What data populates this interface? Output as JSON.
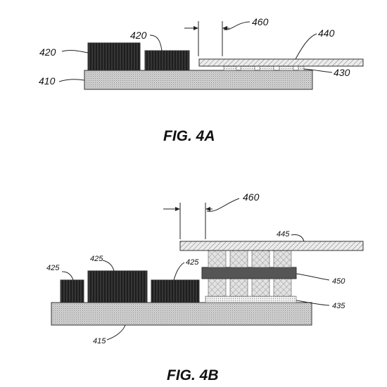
{
  "figures": [
    {
      "caption": "FIG. 4A",
      "labels": {
        "chip_left": "420",
        "chip_right": "420",
        "dimension": "460",
        "top_plate": "440",
        "solder": "430",
        "substrate": "410"
      }
    },
    {
      "caption": "FIG. 4B",
      "labels": {
        "chip_left": "425",
        "chip_mid": "425",
        "chip_right": "425",
        "dimension": "460",
        "top_plate": "445",
        "interposer": "450",
        "solder": "435",
        "substrate": "415"
      }
    }
  ],
  "colors": {
    "chip_fill": "#2e2e2e",
    "substrate_fill": "#c9c9c9",
    "plate_fill": "#e6e6e6",
    "interposer_fill": "#555555",
    "pillar_fill": "#dcdcdc"
  }
}
